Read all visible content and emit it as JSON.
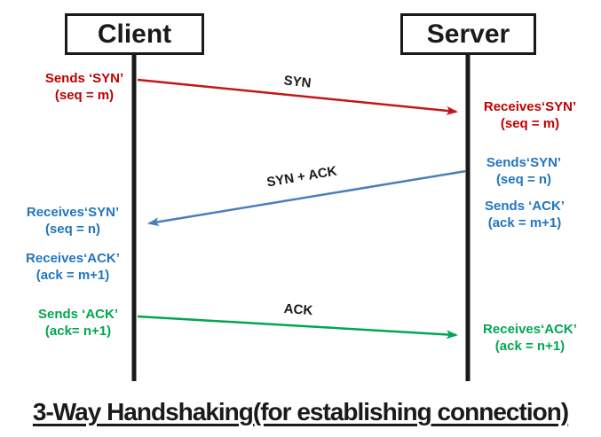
{
  "title": "3-Way Handshaking(for establishing connection)",
  "actors": {
    "client": "Client",
    "server": "Server"
  },
  "messages": {
    "syn": {
      "label": "SYN",
      "from": "client",
      "to": "server"
    },
    "syn_ack": {
      "label": "SYN + ACK",
      "from": "server",
      "to": "client"
    },
    "ack": {
      "label": "ACK",
      "from": "client",
      "to": "server"
    }
  },
  "annotations": {
    "client_sends_syn": {
      "line1": "Sends ‘SYN’",
      "line2": "(seq = m)"
    },
    "server_receives_syn": {
      "line1": "Receives‘SYN’",
      "line2": "(seq = m)"
    },
    "server_sends_syn": {
      "line1": "Sends‘SYN’",
      "line2": "(seq = n)"
    },
    "server_sends_ack": {
      "line1": "Sends ‘ACK’",
      "line2": "(ack = m+1)"
    },
    "client_receives_syn": {
      "line1": "Receives‘SYN’",
      "line2": "(seq = n)"
    },
    "client_receives_ack": {
      "line1": "Receives‘ACK’",
      "line2": "(ack = m+1)"
    },
    "client_sends_ack": {
      "line1": "Sends ‘ACK’",
      "line2": "(ack= n+1)"
    },
    "server_receives_ack": {
      "line1": "Receives‘ACK’",
      "line2": "(ack = n+1)"
    }
  },
  "colors": {
    "syn_arrow": "#c01818",
    "syn_ack_arrow": "#4a7ebb",
    "ack_arrow": "#00a750",
    "red_text": "#c00000",
    "blue_text": "#2176be",
    "green_text": "#00a750",
    "lifeline": "#1a1a1a"
  }
}
